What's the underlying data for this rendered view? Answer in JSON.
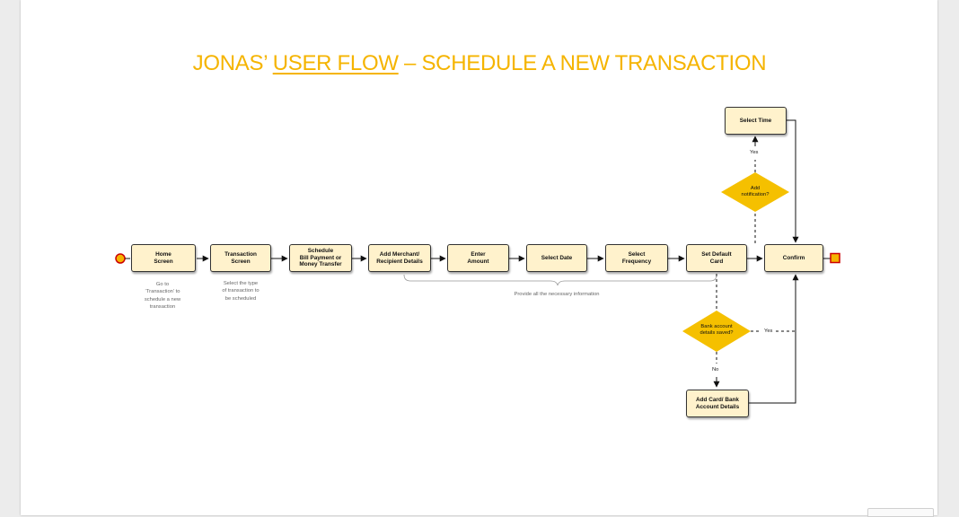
{
  "title": {
    "prefix": "JONAS’ ",
    "underlined": "USER FLOW",
    "suffix": " – SCHEDULE A NEW TRANSACTION",
    "color": "#f5b400"
  },
  "nodes": {
    "home": "Home\nScreen",
    "transaction": "Transaction\nScreen",
    "schedule": "Schedule\nBill Payment or\nMoney Transfer",
    "merchant": "Add Merchant/\nRecipient Details",
    "amount": "Enter\nAmount",
    "date": "Select Date",
    "frequency": "Select\nFrequency",
    "default_card": "Set Default\nCard",
    "confirm": "Confirm",
    "select_time": "Select Time",
    "add_card": "Add Card/ Bank\nAccount Details"
  },
  "decisions": {
    "notification": "Add\nnotification?",
    "bank_saved": "Bank account\ndetails saved?"
  },
  "edge_labels": {
    "notification_yes": "Yes",
    "bank_yes": "Yes",
    "bank_no": "No"
  },
  "notes": {
    "home": "Go to\n‘Transaction’ to\nschedule a new\ntransaction",
    "transaction": "Select the type\nof transaction to\nbe scheduled",
    "brace": "Provide all the necessary information"
  },
  "colors": {
    "node_fill": "#fff2cc",
    "decision_fill": "#f5c000",
    "start_fill": "#f5b400",
    "start_stroke": "#cc0000"
  }
}
